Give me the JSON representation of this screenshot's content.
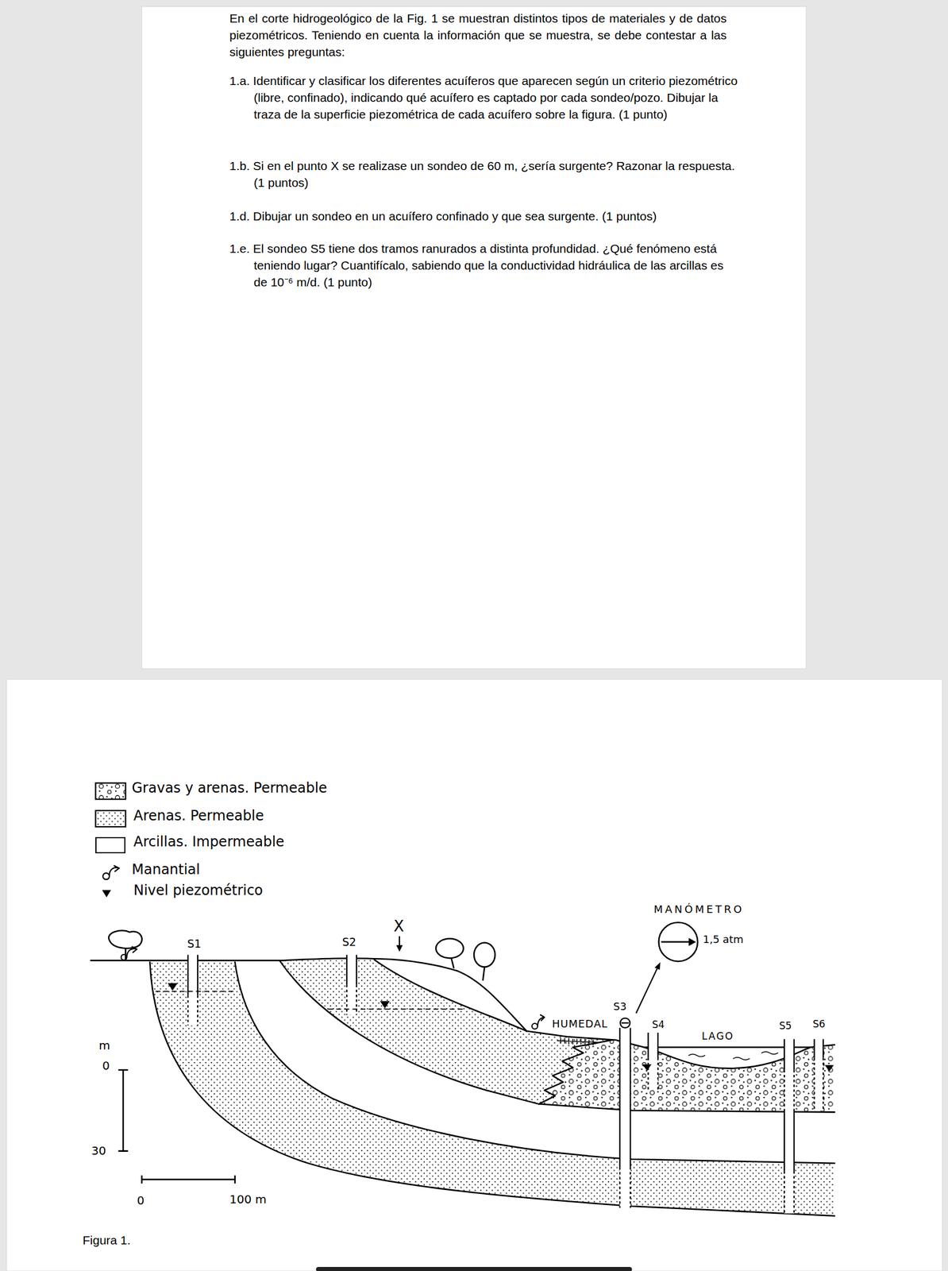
{
  "diagram": {
    "caption": "Figura 1.",
    "labels": [
      "En el corte hidrogeológico de la Fig. 1 se muestran distintos tipos de materiales y de datos piezométricos. Teniendo en cuenta la información que se muestra, se debe contestar a las siguientes preguntas:",
      "1.a. Identificar y clasificar los diferentes acuíferos que aparecen según un criterio piezométrico (libre, confinado), indicando qué acuífero es captado por cada sondeo/pozo. Dibujar la traza de la superficie piezométrica de cada acuífero sobre la figura. (1 punto)",
      "1.b. Si en el punto X se realizase un sondeo de 60 m, ¿sería surgente? Razonar la respuesta. (1 puntos)",
      "1.d. Dibujar un sondeo en un acuífero confinado y que sea surgente. (1 puntos)",
      "1.e. El sondeo S5 tiene dos tramos ranurados a distinta profundidad. ¿Qué fenómeno está teniendo lugar? Cuantifícalo, sabiendo que la conductividad hidráulica de las arcillas es de 10⁻⁶ m/d. (1 punto)",
      "S1",
      "S2",
      "X",
      "MANÓMETRO",
      "1,5 atm",
      "HUMEDAL",
      "S3",
      "S4",
      "LAGO",
      "S5",
      "S6",
      "m",
      "0",
      "30",
      "0",
      "100 m"
    ],
    "legend": [
      {
        "text": "Gravas y arenas. Permeable"
      },
      {
        "text": "Arenas. Permeable"
      },
      {
        "text": "Arcillas. Impermeable",
        "color": "#ffffff"
      },
      {
        "text": "Manantial"
      },
      {
        "text": "Nivel piezométrico"
      }
    ]
  }
}
